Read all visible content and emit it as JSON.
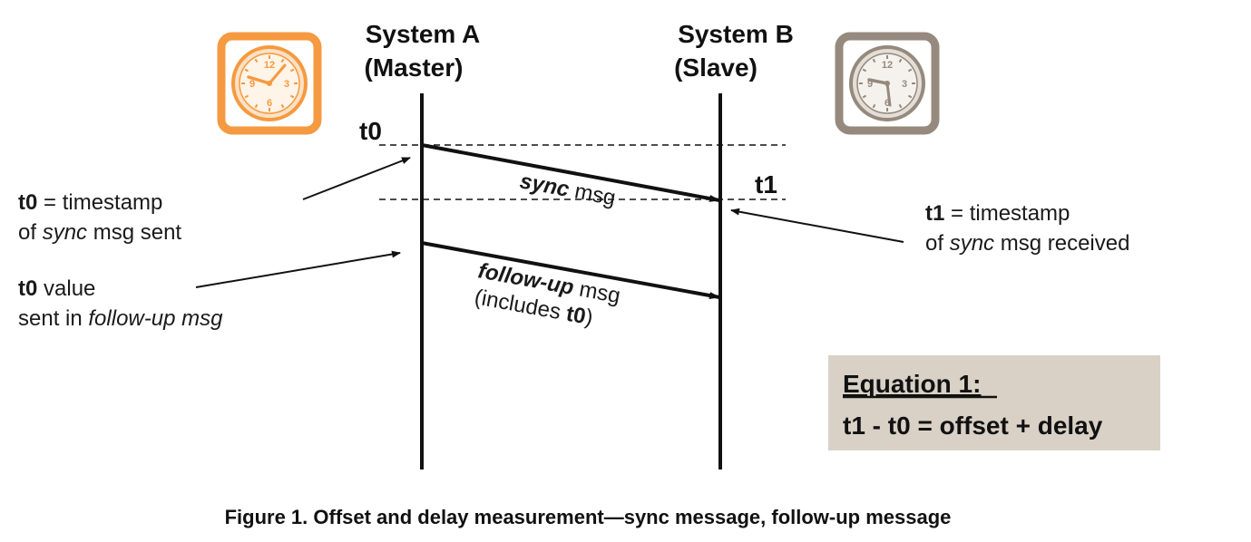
{
  "systems": {
    "a_line1": "System A",
    "a_line2": "(Master)",
    "b_line1": "System B",
    "b_line2": "(Slave)"
  },
  "time_labels": {
    "t0": "t0",
    "t1": "t1"
  },
  "messages": {
    "sync_em": "sync",
    "sync_rest": " msg",
    "followup_em": "follow-up",
    "followup_rest": " msg",
    "includes_open": "(includes ",
    "includes_t0": "t0",
    "includes_close": ")"
  },
  "annotations": {
    "t0_ts": {
      "bold": "t0",
      "l1_rest": " = timestamp",
      "l2_pre": "of ",
      "l2_em": "sync",
      "l2_rest": " msg sent"
    },
    "t0_val": {
      "bold": "t0",
      "l1_rest": " value",
      "l2_pre": "sent in ",
      "l2_em": "follow-up msg"
    },
    "t1_ts": {
      "bold": "t1",
      "l1_rest": " = timestamp",
      "l2_pre": "of ",
      "l2_em": "sync",
      "l2_rest": " msg received"
    }
  },
  "equation": {
    "title": "Equation 1:",
    "formula": "t1 - t0 = offset + delay"
  },
  "clock_numbers": {
    "n12": "12",
    "n3": "3",
    "n6": "6",
    "n9": "9"
  },
  "caption": "Figure 1.  Offset and delay measurement—sync message, follow-up message",
  "colors": {
    "master_clock": "#F59A40",
    "slave_clock": "#958A7D",
    "equation_box": "#D9D1C6",
    "line": "#111111"
  }
}
